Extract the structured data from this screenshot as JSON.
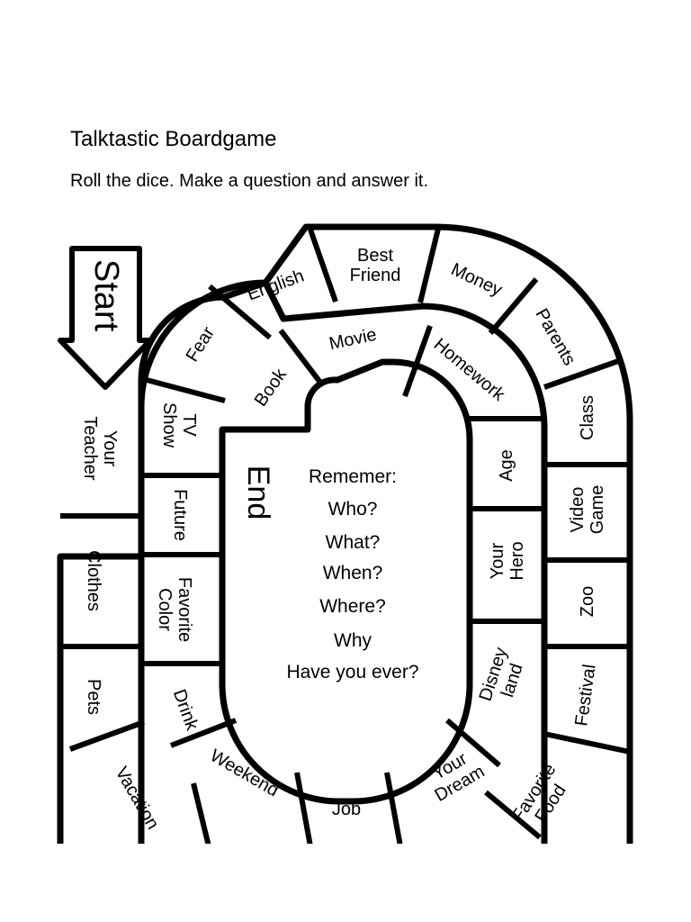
{
  "title": "Talktastic Boardgame",
  "instructions": "Roll the dice.  Make a question and answer it.",
  "colors": {
    "title": "#2a7f95",
    "board_line": "#000000",
    "background": "#ffffff"
  },
  "board": {
    "start": "Start",
    "end": "End",
    "outer_spaces": [
      {
        "id": "your-teacher",
        "lines": [
          "Your",
          "Teacher"
        ]
      },
      {
        "id": "clothes",
        "lines": [
          "Clothes"
        ]
      },
      {
        "id": "pets",
        "lines": [
          "Pets"
        ]
      },
      {
        "id": "vacation",
        "lines": [
          "Vacation"
        ]
      },
      {
        "id": "fear",
        "lines": [
          "Fear"
        ]
      },
      {
        "id": "english",
        "lines": [
          "English"
        ]
      },
      {
        "id": "best-friend",
        "lines": [
          "Best",
          "Friend"
        ]
      },
      {
        "id": "money",
        "lines": [
          "Money"
        ]
      },
      {
        "id": "parents",
        "lines": [
          "Parents"
        ]
      },
      {
        "id": "class",
        "lines": [
          "Class"
        ]
      },
      {
        "id": "video-game",
        "lines": [
          "Video",
          "Game"
        ]
      },
      {
        "id": "zoo",
        "lines": [
          "Zoo"
        ]
      },
      {
        "id": "festival",
        "lines": [
          "Festival"
        ]
      },
      {
        "id": "favorite-food",
        "lines": [
          "Favorite",
          "Food"
        ]
      }
    ],
    "inner_spaces": [
      {
        "id": "tv-show",
        "lines": [
          "TV",
          "Show"
        ]
      },
      {
        "id": "future",
        "lines": [
          "Future"
        ]
      },
      {
        "id": "favorite-color",
        "lines": [
          "Favorite",
          "Color"
        ]
      },
      {
        "id": "drink",
        "lines": [
          "Drink"
        ]
      },
      {
        "id": "weekend",
        "lines": [
          "Weekend"
        ]
      },
      {
        "id": "job",
        "lines": [
          "Job"
        ]
      },
      {
        "id": "your-dream",
        "lines": [
          "Your",
          "Dream"
        ]
      },
      {
        "id": "disney-land",
        "lines": [
          "Disney",
          "land"
        ]
      },
      {
        "id": "your-hero",
        "lines": [
          "Your",
          "Hero"
        ]
      },
      {
        "id": "age",
        "lines": [
          "Age"
        ]
      },
      {
        "id": "homework",
        "lines": [
          "Homework"
        ]
      },
      {
        "id": "movie",
        "lines": [
          "Movie"
        ]
      },
      {
        "id": "book",
        "lines": [
          "Book"
        ]
      }
    ],
    "reminder": {
      "heading": "Rememer:",
      "items": [
        "Who?",
        "What?",
        "When?",
        "Where?",
        "Why",
        "Have you ever?"
      ]
    }
  }
}
